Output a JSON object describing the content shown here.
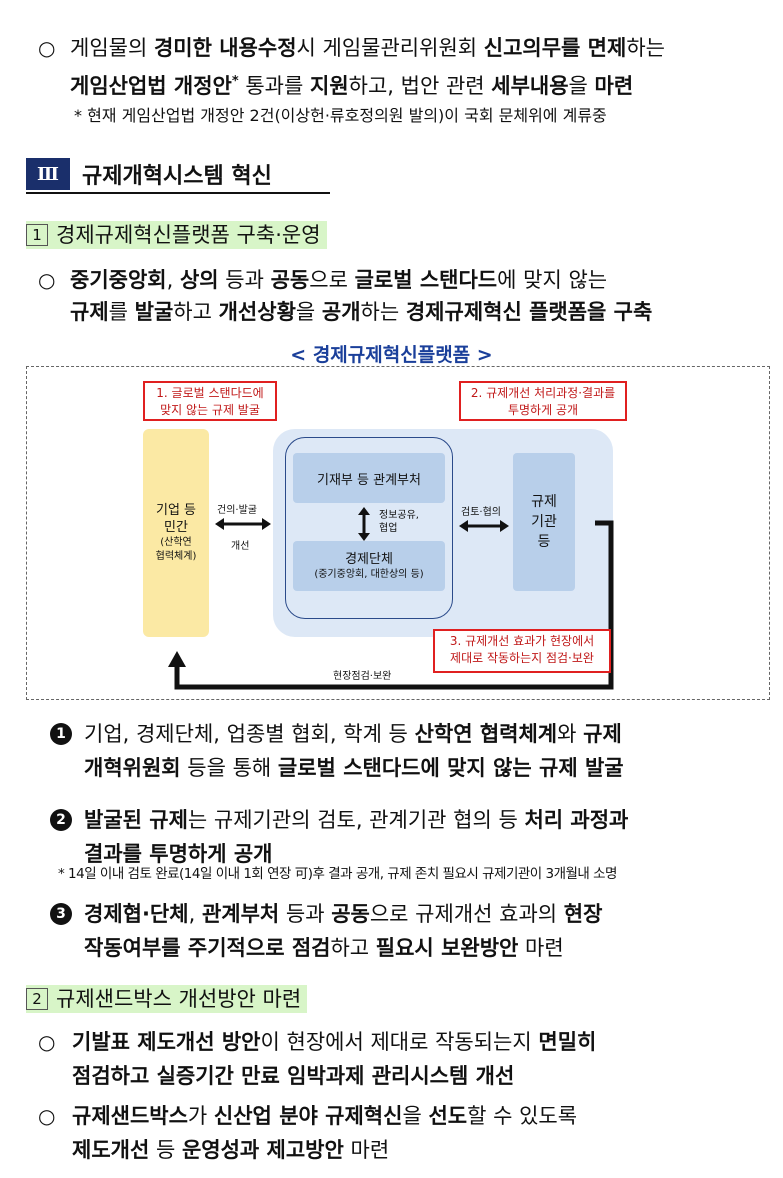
{
  "intro": {
    "bullet": "○",
    "line1": [
      {
        "t": "게임물의 ",
        "b": false
      },
      {
        "t": "경미한 내용수정",
        "b": true
      },
      {
        "t": "시 게임물관리위원회 ",
        "b": false
      },
      {
        "t": "신고의무를 면제",
        "b": true
      },
      {
        "t": "하는",
        "b": false
      }
    ],
    "line2": [
      {
        "t": "게임산업법 개정안",
        "b": true
      },
      {
        "t": "*",
        "b": true,
        "sup": true
      },
      {
        "t": " 통과를 ",
        "b": false
      },
      {
        "t": "지원",
        "b": true
      },
      {
        "t": "하고, 법안 관련 ",
        "b": false
      },
      {
        "t": "세부내용",
        "b": true
      },
      {
        "t": "을 ",
        "b": false
      },
      {
        "t": "마련",
        "b": true
      }
    ],
    "footnote": "* 현재 게임산업법 개정안 2건(이상헌·류호정의원 발의)이 국회 문체위에 계류중"
  },
  "section": {
    "num": "Ⅲ",
    "title": "규제개혁시스템 혁신"
  },
  "sub1": {
    "num": "1",
    "title": "경제규제혁신플랫폼 구축·운영"
  },
  "sub1_bullet": {
    "line1": [
      {
        "t": "중기중앙회",
        "b": true
      },
      {
        "t": ", ",
        "b": false
      },
      {
        "t": "상의",
        "b": true
      },
      {
        "t": " 등과 ",
        "b": false
      },
      {
        "t": "공동",
        "b": true
      },
      {
        "t": "으로 ",
        "b": false
      },
      {
        "t": "글로벌 스탠다드",
        "b": true
      },
      {
        "t": "에 맞지 않는",
        "b": false
      }
    ],
    "line2": [
      {
        "t": "규제",
        "b": true
      },
      {
        "t": "를 ",
        "b": false
      },
      {
        "t": "발굴",
        "b": true
      },
      {
        "t": "하고 ",
        "b": false
      },
      {
        "t": "개선상황",
        "b": true
      },
      {
        "t": "을 ",
        "b": false
      },
      {
        "t": "공개",
        "b": true
      },
      {
        "t": "하는 ",
        "b": false
      },
      {
        "t": "경제규제혁신 플랫폼을 구축",
        "b": true
      }
    ]
  },
  "diagram": {
    "caption": "< 경제규제혁신플랫폼 >",
    "red1": [
      "1. 글로벌 스탠다드에",
      "맞지 않는 규제 발굴"
    ],
    "red2": [
      "2. 규제개선 처리과정·결과를",
      "투명하게 공개"
    ],
    "red3": [
      "3. 규제개선 효과가 현장에서",
      "제대로 작동하는지 점검·보완"
    ],
    "private": [
      "기업 등",
      "민간",
      "(산학연",
      "협력체계)"
    ],
    "left_arrow_top": "건의·발굴",
    "left_arrow_bottom": "개선",
    "ministry": "기재부 등 관계부처",
    "info_share": [
      "정보공유,",
      "협업"
    ],
    "econ": [
      "경제단체",
      "(중기중앙회, 대한상의 등)"
    ],
    "review": "검토·협의",
    "regulator": [
      "규제",
      "기관",
      "등"
    ],
    "field": "현장점검·보완"
  },
  "items": [
    {
      "num": "1",
      "lines": [
        [
          {
            "t": "기업, 경제단체, 업종별 협회, 학계 등 ",
            "b": false
          },
          {
            "t": "산학연 협력체계",
            "b": true
          },
          {
            "t": "와 ",
            "b": false
          },
          {
            "t": "규제",
            "b": true
          }
        ],
        [
          {
            "t": "개혁위원회",
            "b": true
          },
          {
            "t": " 등을 통해 ",
            "b": false
          },
          {
            "t": "글로벌 스탠다드에 맞지 않는 규제 발굴",
            "b": true
          }
        ]
      ]
    },
    {
      "num": "2",
      "lines": [
        [
          {
            "t": "발굴된 규제",
            "b": true
          },
          {
            "t": "는 규제기관의 검토, 관계기관 협의 등 ",
            "b": false
          },
          {
            "t": "처리 과정과",
            "b": true
          }
        ],
        [
          {
            "t": "결과를 투명하게 공개",
            "b": true
          }
        ]
      ]
    },
    {
      "num": "3",
      "lines": [
        [
          {
            "t": "경제협·단체",
            "b": true
          },
          {
            "t": ", ",
            "b": false
          },
          {
            "t": "관계부처",
            "b": true
          },
          {
            "t": " 등과 ",
            "b": false
          },
          {
            "t": "공동",
            "b": true
          },
          {
            "t": "으로 규제개선 효과의 ",
            "b": false
          },
          {
            "t": "현장",
            "b": true
          }
        ],
        [
          {
            "t": "작동여부를 주기적으로 점검",
            "b": true
          },
          {
            "t": "하고 ",
            "b": false
          },
          {
            "t": "필요시 보완방안",
            "b": true
          },
          {
            "t": " 마련",
            "b": false
          }
        ]
      ]
    }
  ],
  "item2_footnote": "* 14일 이내 검토 완료(14일 이내 1회 연장 可)후 결과 공개, 규제 존치 필요시 규제기관이 3개월내 소명",
  "sub2": {
    "num": "2",
    "title": "규제샌드박스 개선방안 마련"
  },
  "sub2_bullets": [
    {
      "lines": [
        [
          {
            "t": "기발표 제도개선 방안",
            "b": true
          },
          {
            "t": "이 현장에서 제대로 작동되는지 ",
            "b": false
          },
          {
            "t": "면밀히",
            "b": true
          }
        ],
        [
          {
            "t": "점검하고 실증기간 만료 임박과제 관리시스템 개선",
            "b": true
          }
        ]
      ]
    },
    {
      "lines": [
        [
          {
            "t": "규제샌드박스",
            "b": true
          },
          {
            "t": "가 ",
            "b": false
          },
          {
            "t": "신산업 분야 규제혁신",
            "b": true
          },
          {
            "t": "을 ",
            "b": false
          },
          {
            "t": "선도",
            "b": true
          },
          {
            "t": "할 수 있도록",
            "b": false
          }
        ],
        [
          {
            "t": "제도개선",
            "b": true
          },
          {
            "t": " 등 ",
            "b": false
          },
          {
            "t": "운영성과 제고방안",
            "b": true
          },
          {
            "t": " 마련",
            "b": false
          }
        ]
      ]
    }
  ]
}
